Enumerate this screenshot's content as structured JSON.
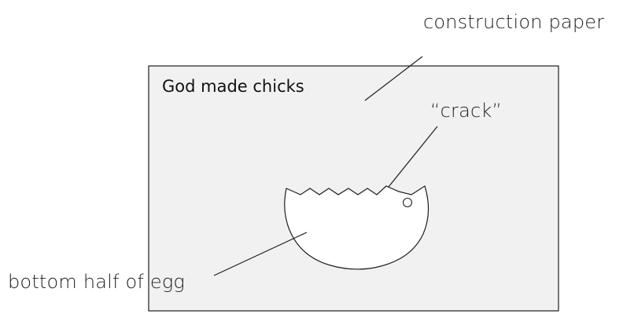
{
  "diagram": {
    "paper_caption": "God made chicks",
    "labels": {
      "construction_paper": "construction paper",
      "crack": "“crack”",
      "bottom_half_of_egg": "bottom half of egg"
    },
    "colors": {
      "paper_fill": "#f1f1f1",
      "outline": "#1f1f1f",
      "egg_fill": "#ffffff",
      "background": "#ffffff"
    }
  }
}
